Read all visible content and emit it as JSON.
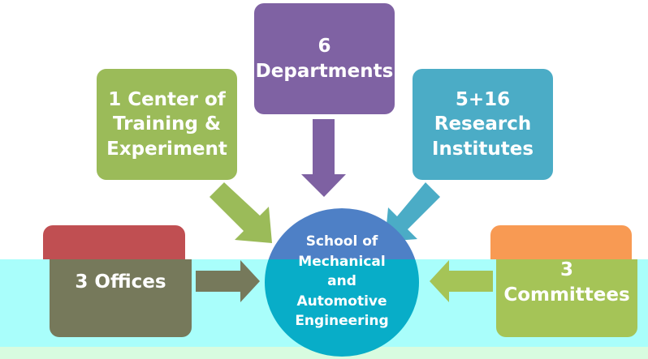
{
  "nodes": {
    "departments": {
      "lines": [
        "6",
        "Departments"
      ],
      "color": "#7f62a3"
    },
    "center": {
      "lines": [
        "1 Center of",
        "Training &",
        "Experiment"
      ],
      "color": "#9bbb59"
    },
    "research": {
      "lines": [
        "5+16",
        "Research",
        "Institutes"
      ],
      "color": "#4bacc6"
    },
    "offices": {
      "lines": [
        "3 Offices"
      ],
      "top_color": "#c0504d",
      "color": "#76795b"
    },
    "committees": {
      "lines": [
        "3",
        "Committees"
      ],
      "top_color": "#f79646",
      "color": "#a5c457"
    }
  },
  "hub": {
    "lines": [
      "School of",
      "Mechanical",
      "and",
      "Automotive",
      "Engineering"
    ],
    "top_color": "#4f81bd",
    "color": "#08adc8"
  }
}
